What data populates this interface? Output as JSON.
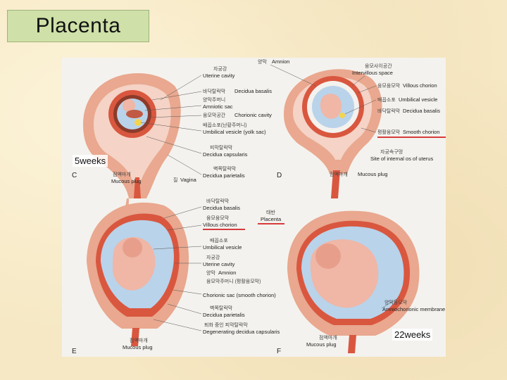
{
  "slide": {
    "title": "Placenta",
    "caption_left": "5weeks",
    "caption_right": "22weeks"
  },
  "panels": {
    "C": {
      "letter": "C",
      "labels": [
        {
          "kr": "자궁강",
          "en": "Uterine cavity"
        },
        {
          "kr": "바닥탈락막",
          "en": "Decidua basalis"
        },
        {
          "kr": "양막주머니",
          "en": "Amniotic sac"
        },
        {
          "kr": "융모막공간",
          "en": "Chorionic cavity"
        },
        {
          "kr": "배꼽소포(난황주머니)",
          "en": "Umbilical vesicle (yolk sac)"
        },
        {
          "kr": "피막탈락막",
          "en": "Decidua capsularis"
        },
        {
          "kr": "벽쪽탈락막",
          "en": "Decidua parietalis"
        },
        {
          "kr": "점액마개",
          "en": "Mucous plug"
        },
        {
          "kr": "질",
          "en": "Vagina"
        }
      ]
    },
    "D": {
      "letter": "D",
      "labels": [
        {
          "kr": "양막",
          "en": "Amnion"
        },
        {
          "kr": "융모사이공간",
          "en": "Intervillous space"
        },
        {
          "kr": "융모융모막",
          "en": "Villous chorion"
        },
        {
          "kr": "배꼽소포",
          "en": "Umbilical vesicle"
        },
        {
          "kr": "바닥탈락막",
          "en": "Decidua basalis"
        },
        {
          "kr": "평활융모막",
          "en": "Smooth chorion"
        },
        {
          "kr": "자궁속구멍",
          "en": "Site of internal os of uterus"
        },
        {
          "kr": "점액마개",
          "en": "Mucous plug"
        }
      ]
    },
    "E": {
      "letter": "E",
      "labels": [
        {
          "kr": "바닥탈락막",
          "en": "Decidua basalis"
        },
        {
          "kr": "융모융모막",
          "en": "Villous chorion"
        },
        {
          "kr": "배꼽소포",
          "en": "Umbilical vesicle"
        },
        {
          "kr": "자궁강",
          "en": "Uterine cavity"
        },
        {
          "kr": "양막",
          "en": "Amnion"
        },
        {
          "kr": "융모막주머니 (평활융모막)",
          "en": "Chorionic sac (smooth chorion)"
        },
        {
          "kr": "벽쪽탈락막",
          "en": "Decidua parietalis"
        },
        {
          "kr": "퇴화 중인 피막탈락막",
          "en": "Degenerating decidua capsularis"
        },
        {
          "kr": "점액마개",
          "en": "Mucous plug"
        }
      ],
      "placenta": {
        "kr": "태반",
        "en": "Placenta"
      }
    },
    "F": {
      "letter": "F",
      "labels": [
        {
          "kr": "양막융모막",
          "en": "Amniochorionic membrane"
        },
        {
          "kr": "점액마개",
          "en": "Mucous plug"
        }
      ]
    }
  },
  "colors": {
    "uterine_wall": "#e9a88f",
    "decidua": "#d9573f",
    "amniotic_fluid": "#b9d3ea",
    "embryo": "#f0b6a6",
    "highlight_underline": "#cc0000",
    "title_bg": "#cfe0a8"
  }
}
